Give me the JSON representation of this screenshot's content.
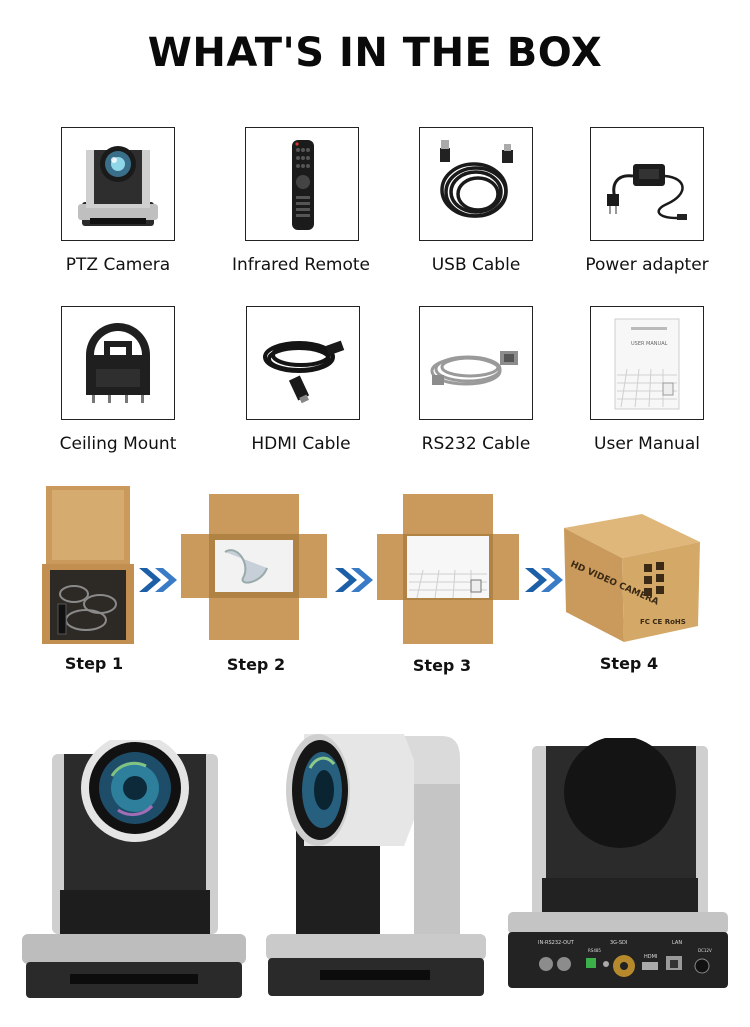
{
  "title": "WHAT'S IN THE BOX",
  "box_items": [
    {
      "label": "PTZ Camera",
      "icon": "ptz-camera-icon"
    },
    {
      "label": "Infrared Remote",
      "icon": "remote-control-icon"
    },
    {
      "label": "USB Cable",
      "icon": "usb-cable-icon"
    },
    {
      "label": "Power adapter",
      "icon": "power-adapter-icon"
    },
    {
      "label": "Ceiling Mount",
      "icon": "ceiling-mount-icon"
    },
    {
      "label": "HDMI Cable",
      "icon": "hdmi-cable-icon"
    },
    {
      "label": "RS232 Cable",
      "icon": "rs232-cable-icon"
    },
    {
      "label": "User Manual",
      "icon": "user-manual-icon"
    }
  ],
  "steps": [
    {
      "label": "Step 1"
    },
    {
      "label": "Step 2"
    },
    {
      "label": "Step 3"
    },
    {
      "label": "Step 4"
    }
  ],
  "box_print": {
    "text": "HD VIDEO CAMERA",
    "manual_text": "USER MANUAL",
    "cert_text": "FC CE RoHS"
  },
  "rear_panel": {
    "rs232_label": "IN-RS232-OUT",
    "rs485_label": "RS485",
    "sdi_label": "3G-SDI",
    "hdmi_label": "HDMI",
    "lan_label": "LAN",
    "dc_label": "DC12V"
  },
  "colors": {
    "box_cardboard": "#c99a5b",
    "camera_silver": "#c9c9c9",
    "camera_dark": "#2b2b2b",
    "arrow_blue": "#1c5fa6"
  }
}
